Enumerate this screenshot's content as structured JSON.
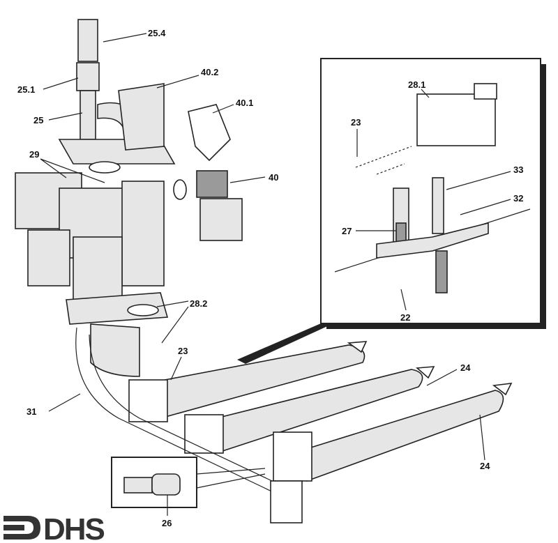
{
  "diagram": {
    "type": "exploded parts diagram",
    "labels": {
      "l25_4": "25.4",
      "l25_1": "25.1",
      "l40_2": "40.2",
      "l25": "25",
      "l40_1": "40.1",
      "l29": "29",
      "l40": "40",
      "l28_1": "28.1",
      "l23_inset": "23",
      "l33": "33",
      "l32": "32",
      "l27": "27",
      "l22": "22",
      "l28_2": "28.2",
      "l23": "23",
      "l24_a": "24",
      "l31": "31",
      "l24_b": "24",
      "l26": "26"
    },
    "logo": "DHS"
  }
}
